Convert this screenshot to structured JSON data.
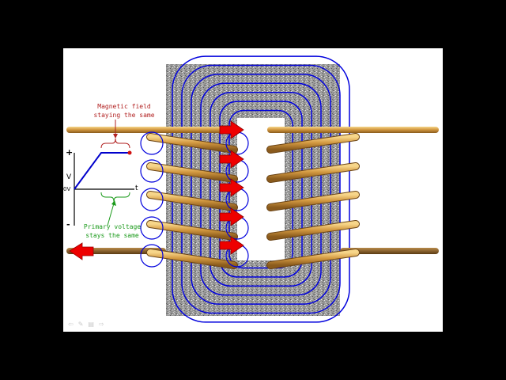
{
  "annotations": {
    "magnetic_field": [
      "Magnetic field",
      "staying the same"
    ],
    "primary_voltage": [
      "Primary voltage",
      "stays the same"
    ]
  },
  "graph": {
    "plus": "+",
    "minus": "-",
    "v_label": "V",
    "zero_label": "0V",
    "t_label": "t"
  },
  "colors": {
    "background": "#000000",
    "slide": "#ffffff",
    "core": "#9a9a9a",
    "field_lines": "#0000dd",
    "copper": "#c8903a",
    "arrow": "#ee0000",
    "magnetic_label": "#b22222",
    "voltage_label": "#1a9a1a"
  },
  "icons": {
    "red_arrows": "right-arrow-icon",
    "input_arrow": "left-arrow-icon",
    "nav": [
      "prev-slide-icon",
      "pen-icon",
      "menu-icon",
      "next-slide-icon"
    ]
  },
  "nav_glyphs": [
    "⇦",
    "✎",
    "▤",
    "⇨"
  ]
}
